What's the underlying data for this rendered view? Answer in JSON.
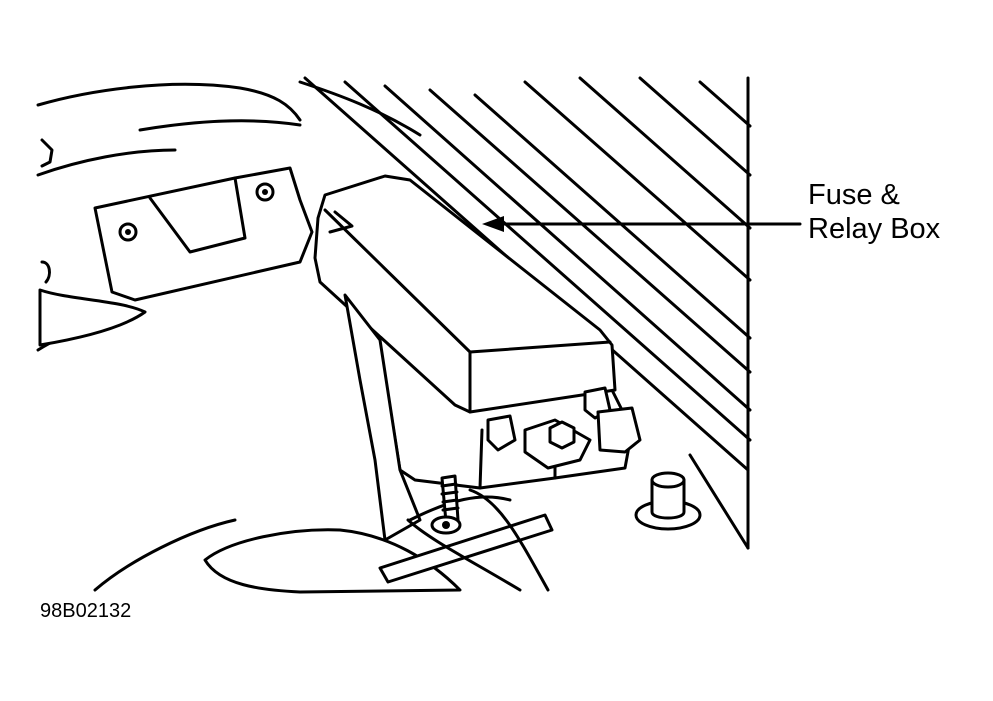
{
  "diagram": {
    "callout": {
      "line1": "Fuse &",
      "line2": "Relay Box"
    },
    "figure_id": "98B02132",
    "component": "fuse-and-relay-box"
  }
}
